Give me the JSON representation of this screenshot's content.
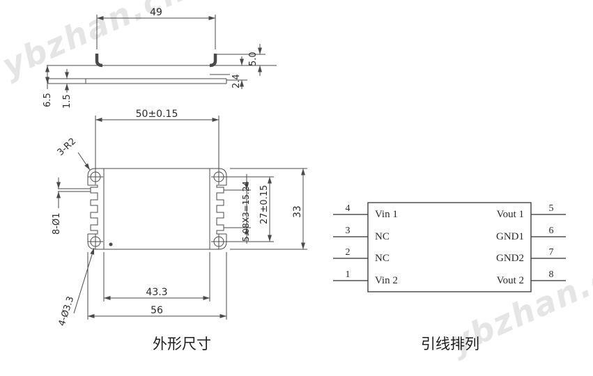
{
  "watermark": {
    "text": "ybzhan.cn",
    "color": "#e5e5e5"
  },
  "outline_drawing": {
    "caption": "外形尺寸",
    "side_view": {
      "top_width": "49",
      "tab_height": "5.0",
      "step_height": "2.4",
      "total_height": "6.5",
      "base_thickness": "1.5"
    },
    "front_view": {
      "hole_pitch_h": "50±0.15",
      "corner_radius": "3-R2",
      "pin_diameter": "8-Ø1",
      "pin_pitch": "5.08X3=15.24",
      "hole_pitch_v": "27±0.15",
      "body_height": "33",
      "body_width": "43.3",
      "overall_width": "56",
      "hole_diameter": "4-Ø3.3"
    }
  },
  "pin_diagram": {
    "caption": "引线排列",
    "left_pins": [
      {
        "number": "4",
        "label": "Vin 1"
      },
      {
        "number": "3",
        "label": "NC"
      },
      {
        "number": "2",
        "label": "NC"
      },
      {
        "number": "1",
        "label": "Vin 2"
      }
    ],
    "right_pins": [
      {
        "number": "5",
        "label": "Vout 1"
      },
      {
        "number": "6",
        "label": "GND1"
      },
      {
        "number": "7",
        "label": "GND2"
      },
      {
        "number": "8",
        "label": "Vout 2"
      }
    ]
  }
}
